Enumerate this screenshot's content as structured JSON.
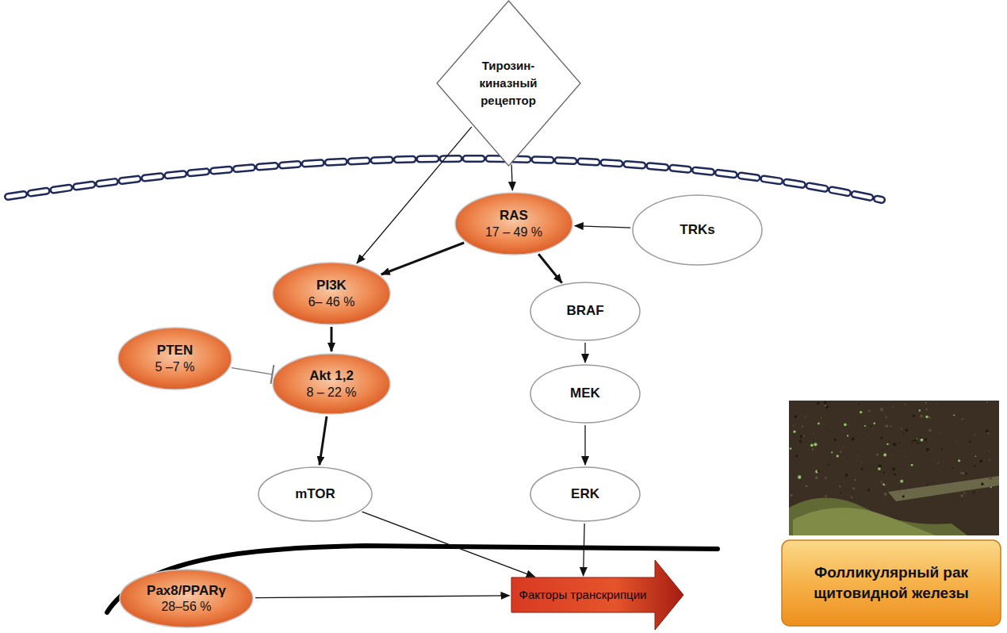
{
  "diagram": {
    "nodes": [
      {
        "text": [
          "Тирозин-киназный рецептор"
        ]
      },
      {
        "text": [
          "RAS",
          "17 – 49 %"
        ]
      },
      {
        "text": [
          "TRKs"
        ]
      },
      {
        "text": [
          "PI3K",
          "6– 46 %"
        ]
      },
      {
        "text": [
          "BRAF"
        ]
      },
      {
        "text": [
          "PTEN",
          "5 –7 %"
        ]
      },
      {
        "text": [
          "Akt 1,2",
          "8 – 22 %"
        ]
      },
      {
        "text": [
          "MEK"
        ]
      },
      {
        "text": [
          "mTOR"
        ]
      },
      {
        "text": [
          "ERK"
        ]
      },
      {
        "text": [
          "Pax8/PPARγ",
          "28–56 %"
        ]
      },
      {
        "text": [
          "Факторы транскрипции"
        ]
      },
      {
        "text": [
          "Фолликулярный рак щитовидной железы"
        ]
      }
    ],
    "edges": [
      {
        "from": 0,
        "to": 1,
        "arrow": "to"
      },
      {
        "from": 0,
        "to": 3,
        "arrow": "to"
      },
      {
        "from": 2,
        "to": 1,
        "arrow": "to"
      },
      {
        "from": 1,
        "to": 3,
        "arrow": "to"
      },
      {
        "from": 1,
        "to": 4,
        "arrow": "to"
      },
      {
        "from": 3,
        "to": 6,
        "arrow": "to"
      },
      {
        "from": 5,
        "to": 6,
        "arrow": "to"
      },
      {
        "from": 6,
        "to": 8,
        "arrow": "to"
      },
      {
        "from": 4,
        "to": 7,
        "arrow": "to"
      },
      {
        "from": 7,
        "to": 9,
        "arrow": "to"
      },
      {
        "from": 8,
        "to": 11,
        "arrow": "to"
      },
      {
        "from": 9,
        "to": 11,
        "arrow": "to"
      },
      {
        "from": 10,
        "to": 11,
        "arrow": "to"
      }
    ]
  }
}
